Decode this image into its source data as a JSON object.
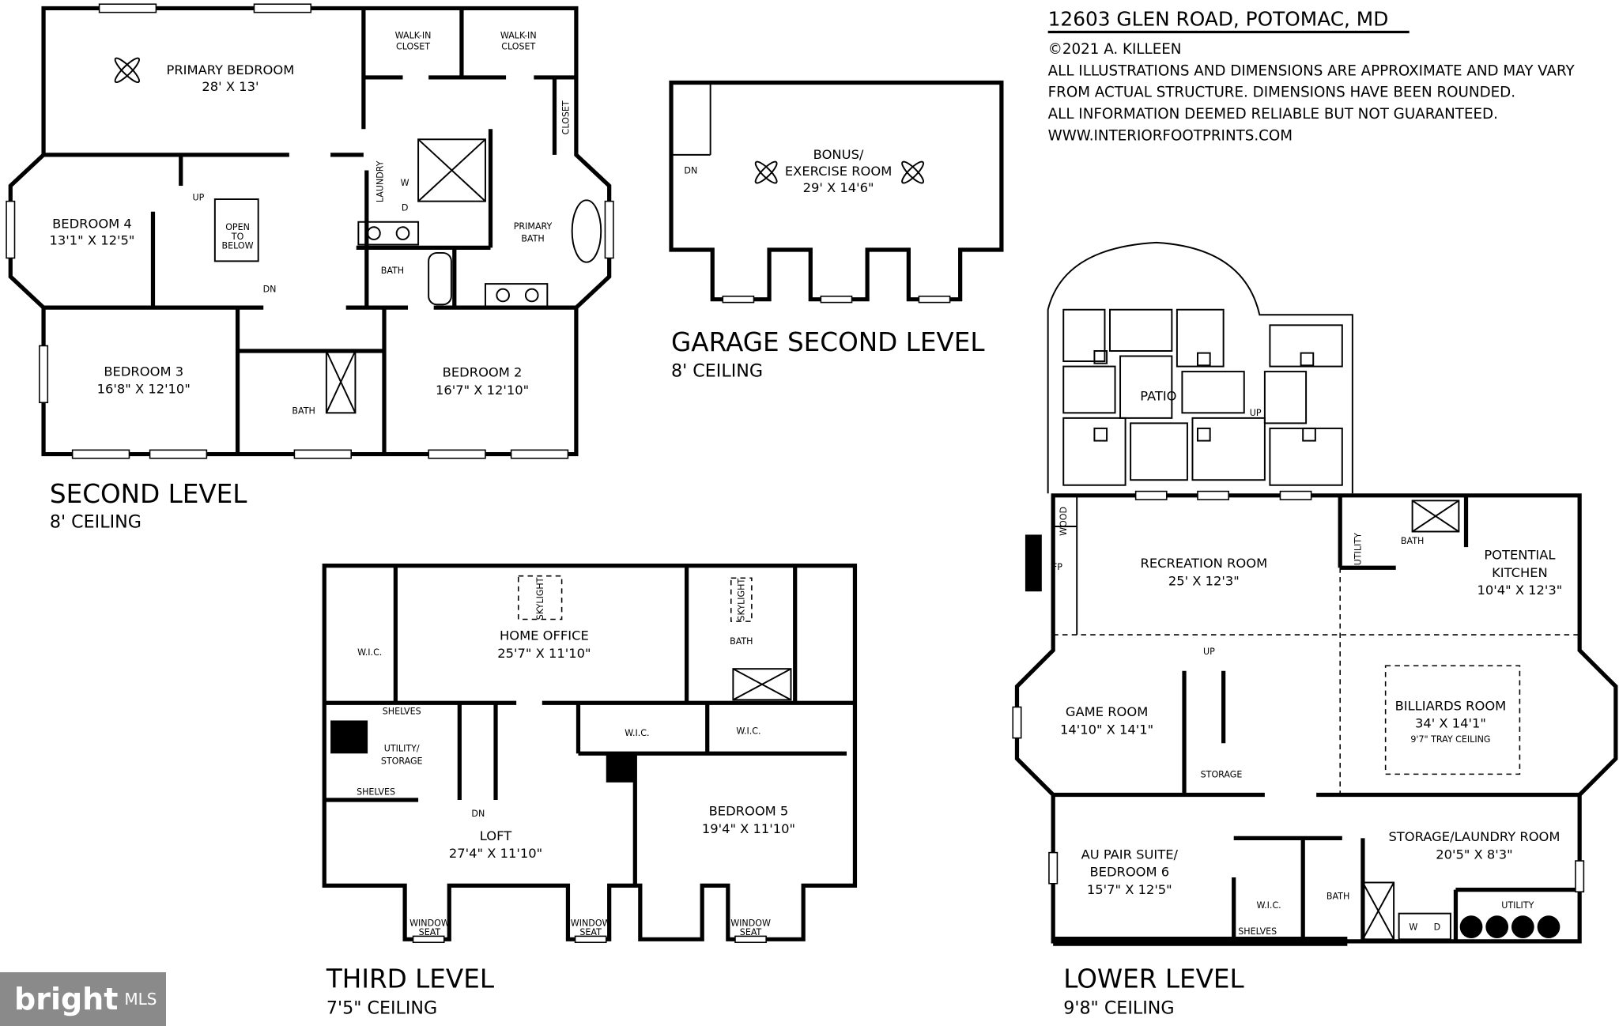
{
  "header": {
    "address": "12603 GLEN ROAD, POTOMAC, MD",
    "copyright": "©2021 A. KILLEEN",
    "disclaimer_1": "ALL ILLUSTRATIONS AND DIMENSIONS ARE APPROXIMATE AND MAY VARY",
    "disclaimer_2": "FROM ACTUAL STRUCTURE. DIMENSIONS HAVE BEEN ROUNDED.",
    "disclaimer_3": "ALL INFORMATION DEEMED RELIABLE BUT NOT GUARANTEED.",
    "website": "WWW.INTERIORFOOTPRINTS.COM"
  },
  "second_level": {
    "title": "SECOND LEVEL",
    "ceiling": "8' CEILING",
    "primary_bedroom": {
      "name": "PRIMARY BEDROOM",
      "size": "28' X 13'"
    },
    "walk_in_closet_1": {
      "line1": "WALK-IN",
      "line2": "CLOSET"
    },
    "walk_in_closet_2": {
      "line1": "WALK-IN",
      "line2": "CLOSET"
    },
    "closet": "CLOSET",
    "bedroom_4": {
      "name": "BEDROOM 4",
      "size": "13'1\" X 12'5\""
    },
    "open_to_below": {
      "line1": "OPEN",
      "line2": "TO",
      "line3": "BELOW"
    },
    "up": "UP",
    "dn": "DN",
    "laundry": "LAUNDRY",
    "washer": "W",
    "dryer": "D",
    "bath_hall": "BATH",
    "primary_bath": {
      "line1": "PRIMARY",
      "line2": "BATH"
    },
    "bedroom_3": {
      "name": "BEDROOM 3",
      "size": "16'8\" X 12'10\""
    },
    "bath_jack": "BATH",
    "bedroom_2": {
      "name": "BEDROOM 2",
      "size": "16'7\" X 12'10\""
    }
  },
  "garage_second_level": {
    "title": "GARAGE SECOND LEVEL",
    "ceiling": "8' CEILING",
    "bonus_room": {
      "line1": "BONUS/",
      "line2": "EXERCISE ROOM",
      "size": "29' X 14'6\""
    },
    "dn": "DN"
  },
  "third_level": {
    "title": "THIRD LEVEL",
    "ceiling": "7'5\" CEILING",
    "wic_1": "W.I.C.",
    "home_office": {
      "name": "HOME OFFICE",
      "size": "25'7\" X 11'10\""
    },
    "skylight_1": "SKYLIGHT",
    "skylight_2": "SKYLIGHT",
    "bath": "BATH",
    "shelves_1": "SHELVES",
    "shelves_2": "SHELVES",
    "utility_storage": {
      "line1": "UTILITY/",
      "line2": "STORAGE"
    },
    "wic_2": "W.I.C.",
    "wic_3": "W.I.C.",
    "dn": "DN",
    "loft": {
      "name": "LOFT",
      "size": "27'4\" X 11'10\""
    },
    "bedroom_5": {
      "name": "BEDROOM 5",
      "size": "19'4\" X 11'10\""
    },
    "window_seat": {
      "line1": "WINDOW",
      "line2": "SEAT"
    }
  },
  "lower_level": {
    "title": "LOWER LEVEL",
    "ceiling": "9'8\" CEILING",
    "patio": "PATIO",
    "patio_up": "UP",
    "wood": "WOOD",
    "fireplace": "FP",
    "recreation_room": {
      "name": "RECREATION ROOM",
      "size": "25' X 12'3\""
    },
    "utility_small": "UTILITY",
    "bath_upper": "BATH",
    "potential_kitchen": {
      "line1": "POTENTIAL",
      "line2": "KITCHEN",
      "size": "10'4\" X 12'3\""
    },
    "up": "UP",
    "game_room": {
      "name": "GAME ROOM",
      "size": "14'10\" X 14'1\""
    },
    "billiards_room": {
      "name": "BILLIARDS ROOM",
      "size": "34' X 14'1\"",
      "note": "9'7\" TRAY CEILING"
    },
    "storage": "STORAGE",
    "au_pair": {
      "line1": "AU PAIR SUITE/",
      "line2": "BEDROOM 6",
      "size": "15'7\" X 12'5\""
    },
    "wic": "W.I.C.",
    "shelves": "SHELVES",
    "bath_lower": "BATH",
    "storage_laundry": {
      "name": "STORAGE/LAUNDRY ROOM",
      "size": "20'5\" X 8'3\""
    },
    "utility": "UTILITY",
    "washer": "W",
    "dryer": "D"
  },
  "watermark": {
    "brand": "bright",
    "suffix": "MLS"
  }
}
